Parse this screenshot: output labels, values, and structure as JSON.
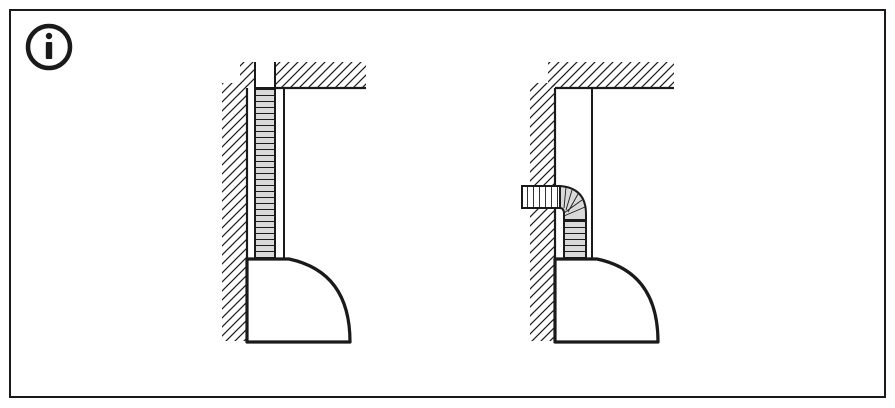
{
  "info_icon": {
    "icon": "info-icon",
    "glyph": "i",
    "color": "#1a1a1a"
  },
  "figures": [
    {
      "name": "straight-duct-installation",
      "duct": "vertical-flexible-duct",
      "outlet": "ceiling"
    },
    {
      "name": "bent-duct-installation",
      "duct": "elbow-flexible-duct",
      "outlet": "wall"
    }
  ],
  "colors": {
    "line": "#1a1a1a",
    "duct_fill": "#d9d9d9",
    "background": "#ffffff"
  }
}
